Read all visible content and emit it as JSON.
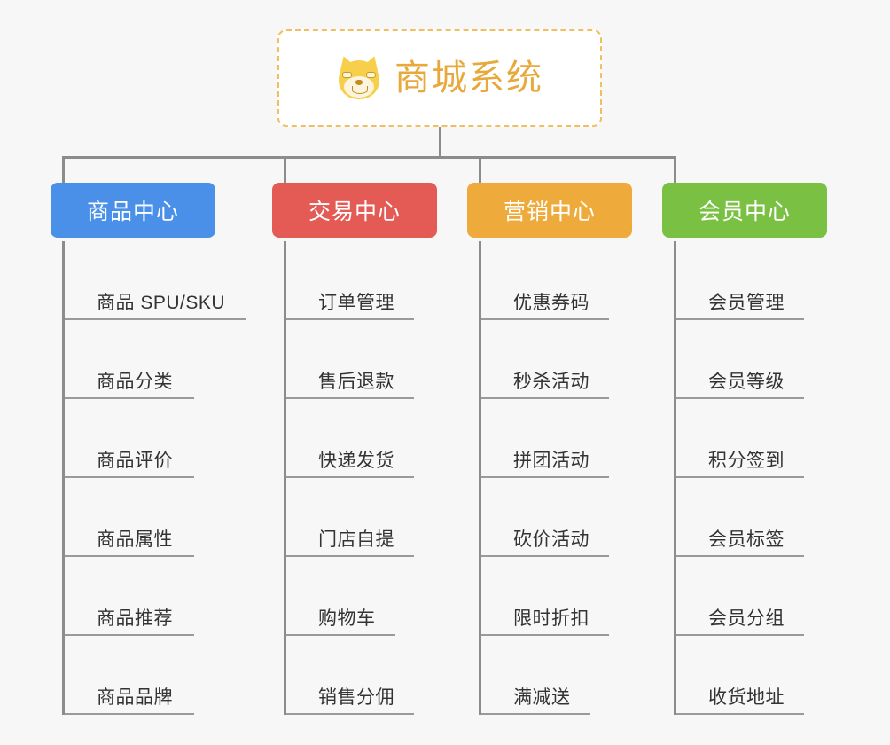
{
  "diagram": {
    "type": "mindmap-tree",
    "background_color": "#f7f7f7",
    "root": {
      "title": "商城系统",
      "icon": "dog-face-emoji",
      "text_color": "#e8a93c",
      "border_color": "#f0c060",
      "fill_color": "#ffffff"
    },
    "connector_color": "#8c8c8c",
    "branches": [
      {
        "label": "商品中心",
        "color": "#4a90e8",
        "items": [
          "商品 SPU/SKU",
          "商品分类",
          "商品评价",
          "商品属性",
          "商品推荐",
          "商品品牌"
        ]
      },
      {
        "label": "交易中心",
        "color": "#e35b54",
        "items": [
          "订单管理",
          "售后退款",
          "快递发货",
          "门店自提",
          "购物车",
          "销售分佣"
        ]
      },
      {
        "label": "营销中心",
        "color": "#eeab3c",
        "items": [
          "优惠券码",
          "秒杀活动",
          "拼团活动",
          "砍价活动",
          "限时折扣",
          "满减送"
        ]
      },
      {
        "label": "会员中心",
        "color": "#79c košík"
      }
    ]
  }
}
